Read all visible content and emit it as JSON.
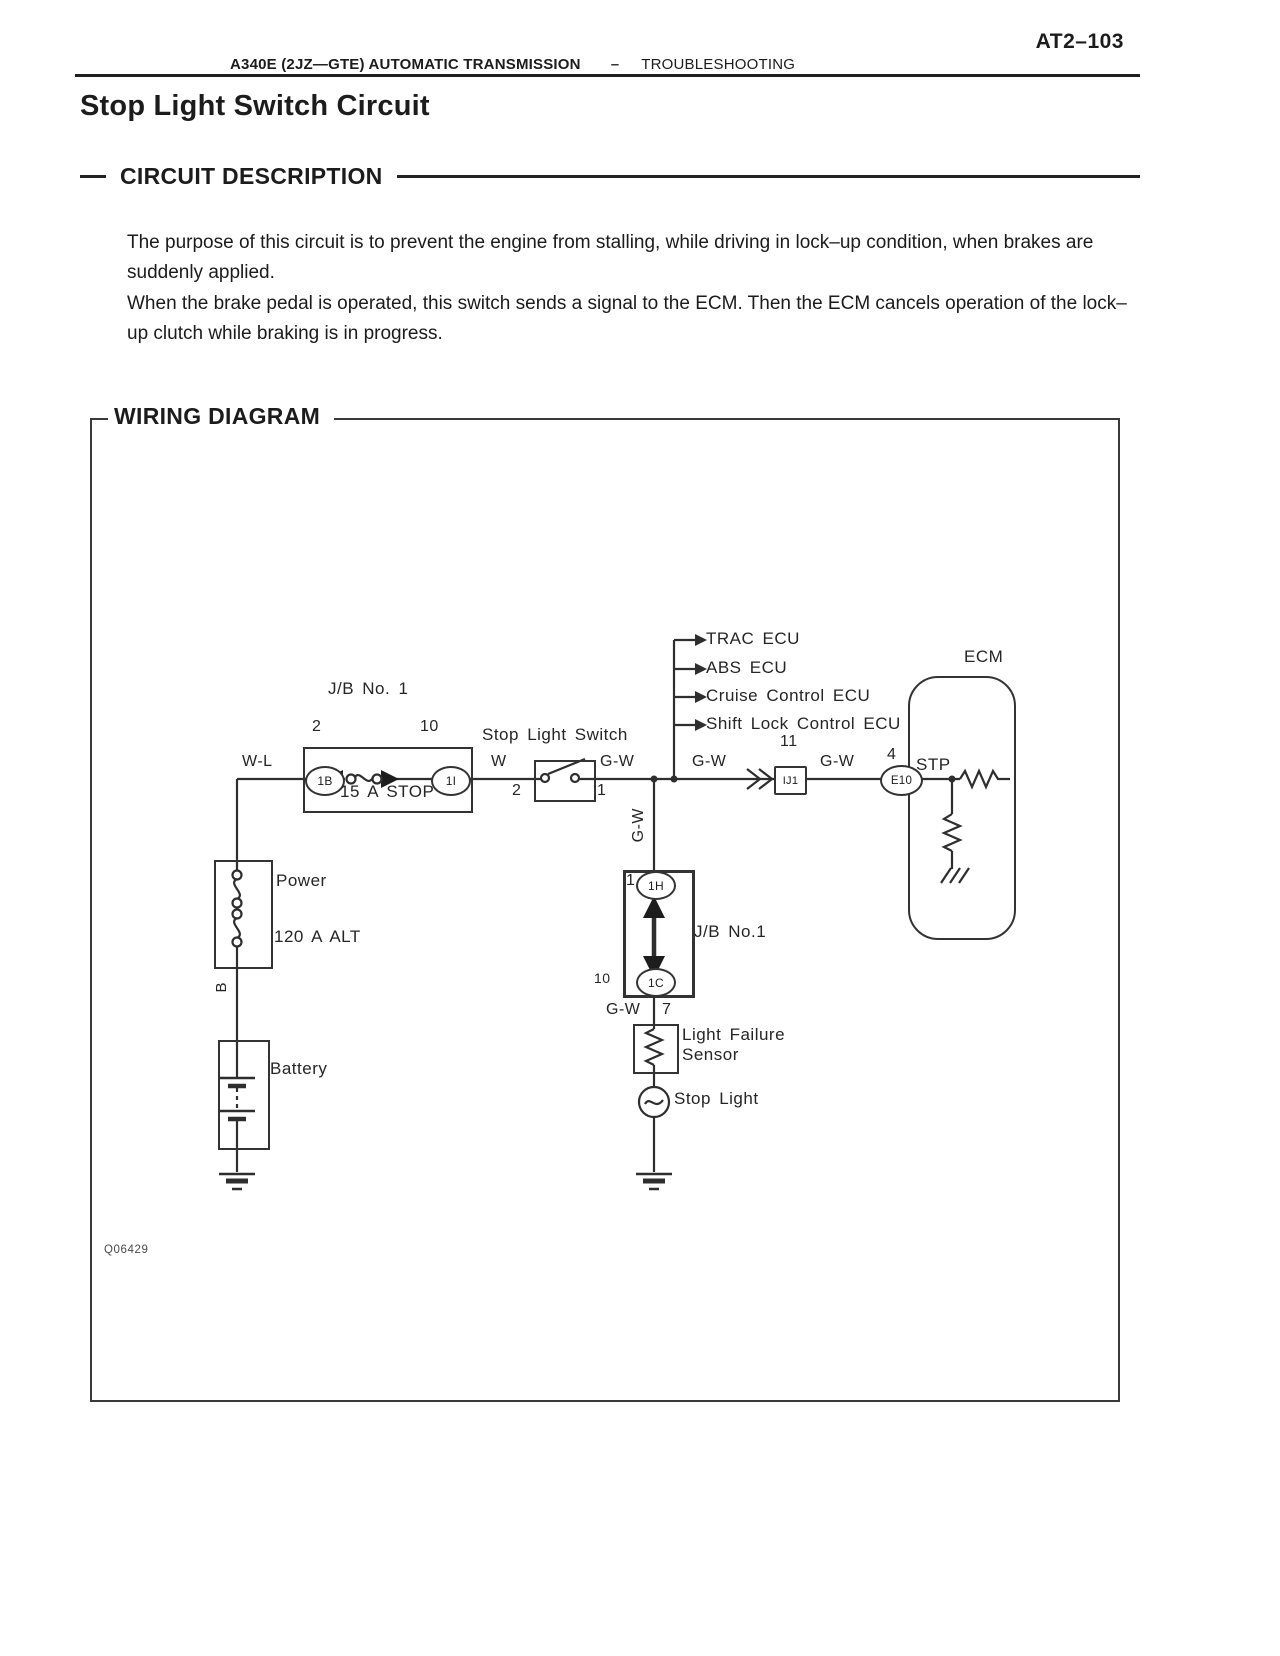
{
  "page": {
    "number": "AT2–103",
    "running_header": "A340E (2JZ—GTE) AUTOMATIC TRANSMISSION",
    "running_header_separator": "–",
    "running_header_section": "TROUBLESHOOTING",
    "title": "Stop Light Switch Circuit"
  },
  "circuit_description": {
    "heading": "CIRCUIT DESCRIPTION",
    "paragraph_1": "The purpose of this circuit is to prevent the engine from stalling, while driving in lock–up condition, when brakes are suddenly applied.",
    "paragraph_2": "When the brake pedal is operated, this switch sends a signal to the ECM. Then the ECM cancels operation of the lock–up clutch while braking is in progress."
  },
  "wiring_diagram": {
    "heading": "WIRING DIAGRAM",
    "figure_code": "Q06429",
    "ecu_targets": [
      "TRAC ECU",
      "ABS ECU",
      "Cruise Control ECU",
      "Shift Lock Control ECU"
    ],
    "ecm": {
      "label": "ECM",
      "terminal": "STP",
      "pin": "4",
      "connector": "E10"
    },
    "junction_block_top": {
      "label": "J/B No. 1",
      "fuse": "15 A STOP",
      "pin_in": "2",
      "pin_out": "10",
      "connector_in": "1B",
      "connector_out": "1I"
    },
    "stop_light_switch": {
      "label": "Stop Light Switch",
      "pin_left": "2",
      "pin_right": "1"
    },
    "junction_connector": {
      "pin": "11",
      "label": "IJ1"
    },
    "junction_block_mid": {
      "label": "J/B No.1",
      "pin_top": "1",
      "connector_top": "1H",
      "pin_bottom": "10",
      "connector_bottom": "1C"
    },
    "wires": {
      "w_l": "W-L",
      "w": "W",
      "g_w": "G-W",
      "b": "B",
      "pin_7": "7"
    },
    "power": {
      "label": "Power",
      "fusible_link": "120 A ALT",
      "battery": "Battery"
    },
    "loads": {
      "sensor_line1": "Light Failure",
      "sensor_line2": "Sensor",
      "lamp": "Stop Light"
    }
  }
}
